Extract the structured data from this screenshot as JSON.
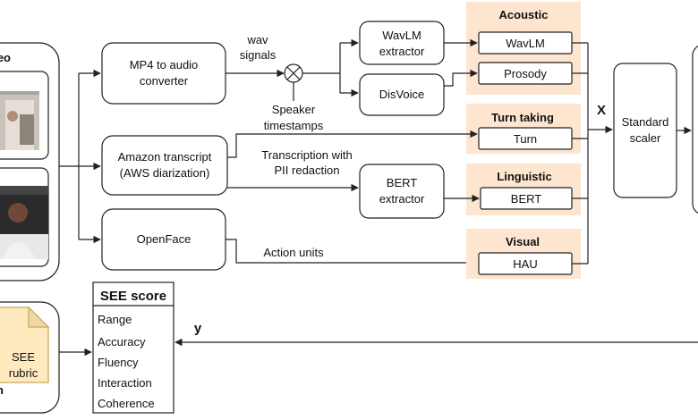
{
  "video": {
    "label": "Video"
  },
  "converter": {
    "line1": "MP4 to audio",
    "line2": "converter"
  },
  "wav_signals": {
    "line1": "wav",
    "line2": "signals"
  },
  "speaker_timestamps": {
    "line1": "Speaker",
    "line2": "timestamps"
  },
  "wavlm_extractor": {
    "line1": "WavLM",
    "line2": "extractor"
  },
  "disvoice": {
    "label": "DisVoice"
  },
  "acoustic_group": {
    "title": "Acoustic",
    "feature1": "WavLM",
    "feature2": "Prosody"
  },
  "amazon_transcript": {
    "line1": "Amazon transcript",
    "line2": "(AWS diarization)"
  },
  "transcription": {
    "line1": "Transcription with",
    "line2": "PII redaction"
  },
  "turn_taking_group": {
    "title": "Turn taking",
    "feature": "Turn"
  },
  "bert_extractor": {
    "line1": "BERT",
    "line2": "extractor"
  },
  "linguistic_group": {
    "title": "Linguistic",
    "feature": "BERT"
  },
  "openface": {
    "label": "OpenFace"
  },
  "action_units": {
    "label": "Action units"
  },
  "visual_group": {
    "title": "Visual",
    "feature": "HAU"
  },
  "x_label": "X",
  "y_label": "y",
  "scaler": {
    "line1": "Standard",
    "line2": "scaler"
  },
  "see_score": {
    "title": "SEE score",
    "items": [
      "Range",
      "Accuracy",
      "Fluency",
      "Interaction",
      "Coherence"
    ]
  },
  "rubric": {
    "line1": "SEE",
    "line2": "rubric"
  },
  "bottom_left_fragment": "n"
}
